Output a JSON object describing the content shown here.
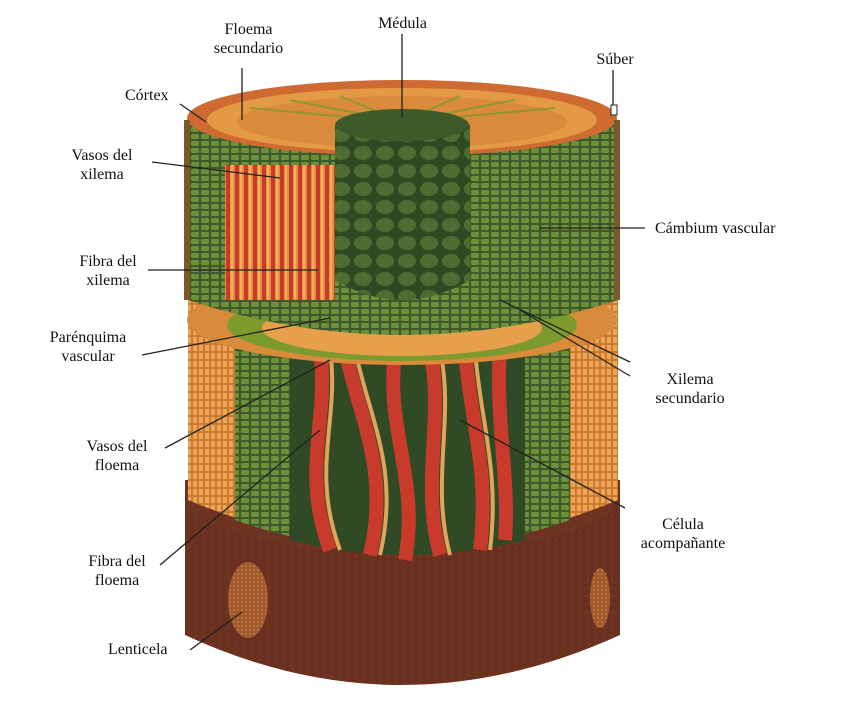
{
  "labels": {
    "floema_secundario": [
      "Floema",
      "secundario"
    ],
    "medula": "Médula",
    "suber": "Súber",
    "cortex": "Córtex",
    "vasos_xilema": [
      "Vasos del",
      "xilema"
    ],
    "cambium_vascular": "Cámbium vascular",
    "fibra_xilema": [
      "Fibra del",
      "xilema"
    ],
    "parenquima_vascular": [
      "Parénquima",
      "vascular"
    ],
    "xilema_secundario": [
      "Xilema",
      "secundario"
    ],
    "vasos_floema": [
      "Vasos del",
      "floema"
    ],
    "celula_acompanante": [
      "Célula",
      "acompañante"
    ],
    "fibra_floema": [
      "Fibra del",
      "floema"
    ],
    "lenticela": "Lenticela"
  },
  "colors": {
    "bark_dark": "#5a2a1c",
    "bark_mid": "#7a3b28",
    "phloem_orange": "#e08a3c",
    "cortex_green": "#7d9a2e",
    "xylem_dark_green": "#3d5a2a",
    "pith_green": "#4e6b34",
    "vessel_red": "#c4352b",
    "fiber_yellow": "#e9a548"
  }
}
